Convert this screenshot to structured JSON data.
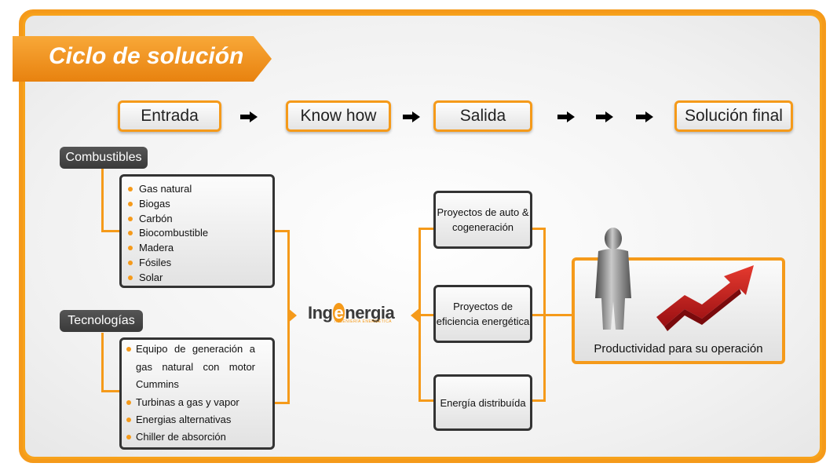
{
  "title": "Ciclo de solución",
  "stages": {
    "entrada": "Entrada",
    "know_how": "Know how",
    "salida": "Salida",
    "solucion": "Solución final"
  },
  "combustibles": {
    "label": "Combustibles",
    "items": [
      "Gas natural",
      "Biogas",
      "Carbón",
      "Biocombustible",
      "Madera",
      "Fósiles",
      "Solar"
    ]
  },
  "tecnologias": {
    "label": "Tecnologías",
    "items": [
      "Equipo de generación a gas natural con motor Cummins",
      "Turbinas a gas y vapor",
      "Energias alternativas",
      "Chiller de absorción"
    ]
  },
  "logo": {
    "text_pre": "Ing",
    "text_e": "e",
    "text_post": "nergia",
    "tagline": "INGENIERÍA ENERGÉTICA"
  },
  "proyectos": [
    "Proyectos de auto & cogeneración",
    "Proyectos de eficiencia energética",
    "Energía distribuída"
  ],
  "result": {
    "label": "Productividad para su operación"
  },
  "colors": {
    "accent": "#f59a1a",
    "dark": "#3a3a3a",
    "arrow_red": "#c8161d"
  }
}
